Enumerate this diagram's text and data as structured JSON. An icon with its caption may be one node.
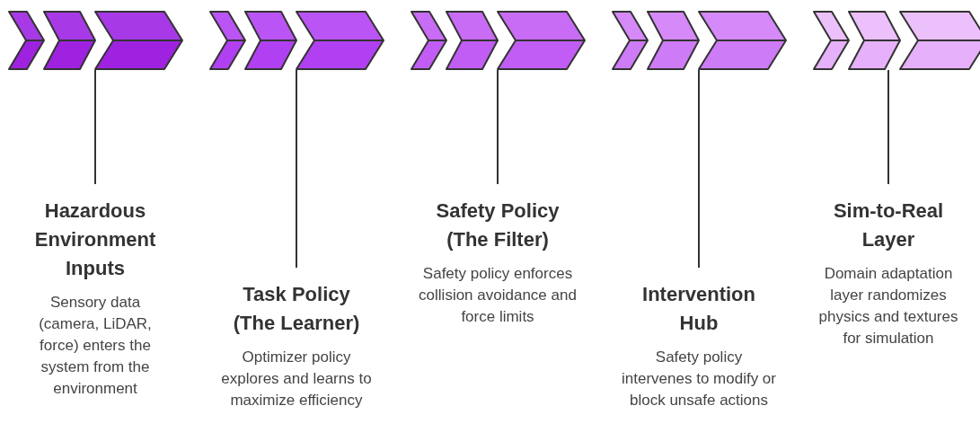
{
  "diagram": {
    "nodes": [
      {
        "text": [],
        "shape": "chevron"
      },
      {
        "text": [],
        "shape": "chevron"
      },
      {
        "text": [],
        "shape": "chevron"
      },
      {
        "text": [],
        "shape": "chevron"
      },
      {
        "text": [],
        "shape": "chevron"
      },
      {
        "text": [
          "Hazardous Environment Inputs",
          "Sensory data (camera, LiDAR, force) enters the system from the environment"
        ]
      },
      {
        "text": [
          "Task Policy (The Learner)",
          "Optimizer policy explores and learns to maximize efficiency"
        ]
      },
      {
        "text": [
          "Safety Policy (The Filter)",
          "Safety policy enforces collision avoidance and force limits"
        ]
      },
      {
        "text": [
          "Intervention Hub",
          "Safety policy intervenes to modify or block unsafe actions"
        ]
      },
      {
        "text": [
          "Sim-to-Real Layer",
          "Domain adaptation layer randomizes physics and textures for simulation"
        ]
      }
    ],
    "edges": [
      {
        "from": 0,
        "to": 5,
        "arrow": "none"
      },
      {
        "from": 1,
        "to": 6,
        "arrow": "none"
      },
      {
        "from": 2,
        "to": 7,
        "arrow": "none"
      },
      {
        "from": 3,
        "to": 8,
        "arrow": "none"
      },
      {
        "from": 4,
        "to": 9,
        "arrow": "none"
      }
    ]
  }
}
